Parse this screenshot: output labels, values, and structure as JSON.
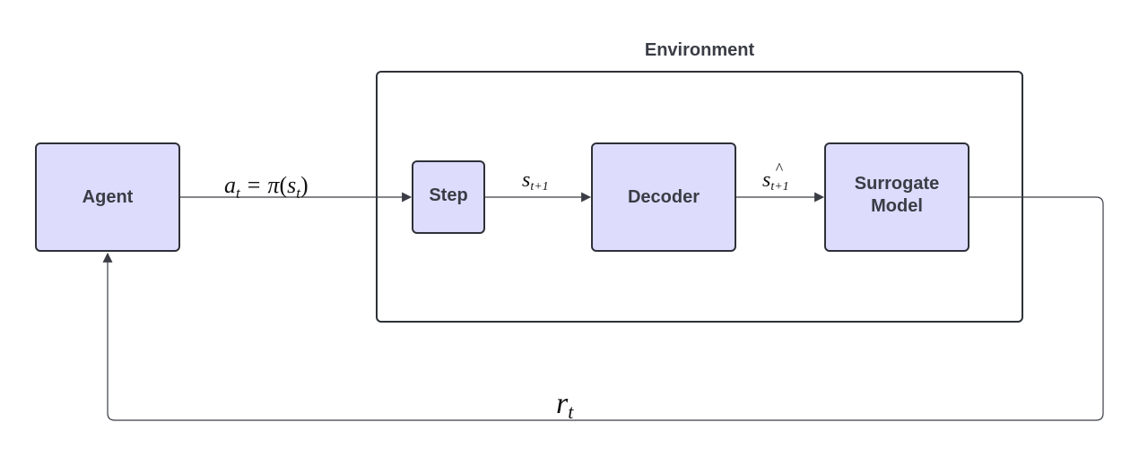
{
  "environment": {
    "title": "Environment"
  },
  "nodes": {
    "agent": "Agent",
    "step": "Step",
    "decoder": "Decoder",
    "surrogate": [
      "Surrogate",
      "Model"
    ]
  },
  "edge_labels": {
    "action": {
      "a": "a",
      "a_sub": "t",
      "eq": "=",
      "pi": "π",
      "open": "(",
      "s": "s",
      "s_sub": "t",
      "close": ")"
    },
    "next_state": {
      "s": "s",
      "sub": "t+1"
    },
    "decoded_state": {
      "s": "s",
      "hat": "^",
      "sub": "t+1"
    },
    "reward": {
      "r": "r",
      "sub": "t"
    }
  },
  "colors": {
    "box_fill": "#dddcfd",
    "stroke": "#2e3138"
  }
}
